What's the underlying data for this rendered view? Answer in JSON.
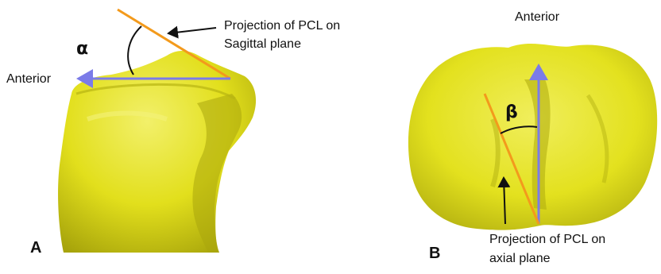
{
  "panel_a": {
    "panel_label": "A",
    "angle_symbol": "α",
    "direction_label": "Anterior",
    "annotation_line1": "Projection of PCL on",
    "annotation_line2": "Sagittal plane"
  },
  "panel_b": {
    "panel_label": "B",
    "angle_symbol": "β",
    "direction_label": "Anterior",
    "annotation_line1": "Projection of PCL on",
    "annotation_line2": "axial plane"
  },
  "colors": {
    "bone": "#e4e21f",
    "bone_shadow": "#a9a60c",
    "bone_highlight": "#f4f27a",
    "pcl_line": "#f39a1c",
    "anterior_arrow": "#7b7be8",
    "text": "#111111"
  }
}
